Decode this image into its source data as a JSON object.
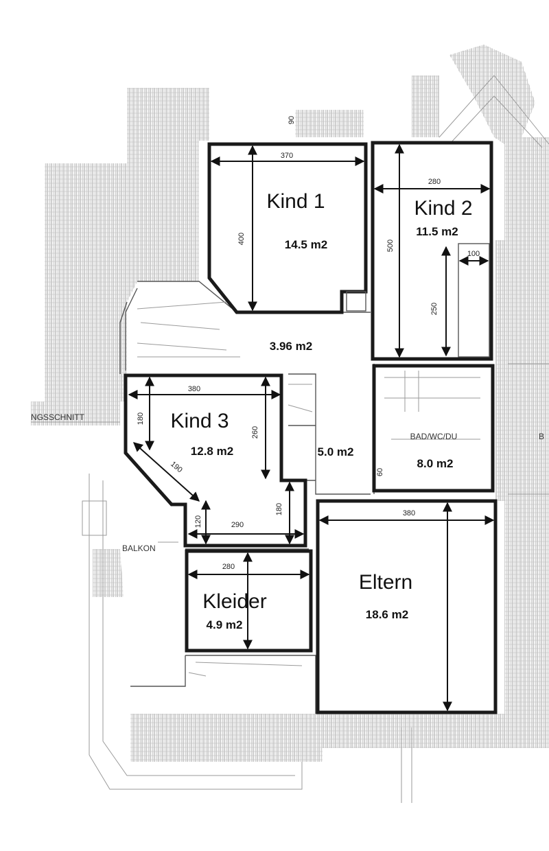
{
  "rooms": {
    "kind1": {
      "name": "Kind 1",
      "area": "14.5 m2",
      "width": "370",
      "depth": "400"
    },
    "kind2": {
      "name": "Kind 2",
      "area": "11.5 m2",
      "width": "280",
      "depth": "500",
      "niche_width": "100",
      "niche_depth": "250"
    },
    "flur": {
      "area": "3.96 m2"
    },
    "kind3": {
      "name": "Kind 3",
      "area": "12.8 m2",
      "width": "380",
      "side": "180",
      "depth": "260",
      "diagonal": "190",
      "bottom_width": "290",
      "bottom_left": "120",
      "bottom_right": "180"
    },
    "flur2": {
      "area": "5.0 m2"
    },
    "bad": {
      "name": "BAD/WC/DU",
      "area": "8.0 m2",
      "code": "60"
    },
    "eltern": {
      "name": "Eltern",
      "area": "18.6 m2",
      "width": "380"
    },
    "kleider": {
      "name": "Kleider",
      "area": "4.9 m2",
      "width": "280"
    }
  },
  "annotations": {
    "schnitt": "NGSSCHNITT",
    "balkon": "BALKON",
    "top_dim": "90",
    "right_label": "B"
  }
}
